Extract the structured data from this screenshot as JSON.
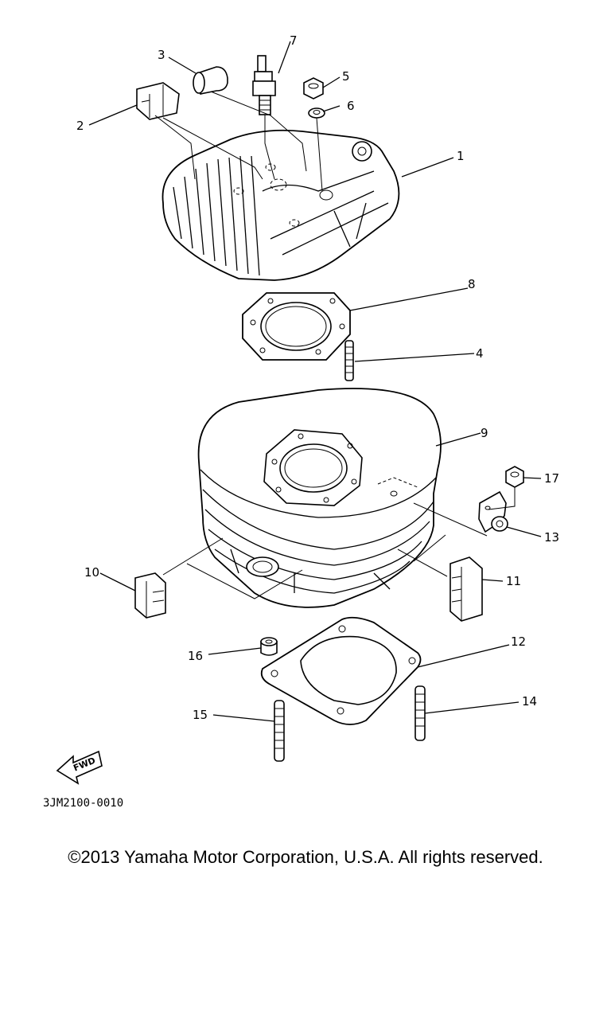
{
  "callouts": {
    "c1": "1",
    "c2": "2",
    "c3": "3",
    "c4": "4",
    "c5": "5",
    "c6": "6",
    "c7": "7",
    "c8": "8",
    "c9": "9",
    "c10": "10",
    "c11": "11",
    "c12": "12",
    "c13": "13",
    "c14": "14",
    "c15": "15",
    "c16": "16",
    "c17": "17"
  },
  "fwd_label": "FWD",
  "part_code": "3JM2100-0010",
  "copyright": "©2013 Yamaha Motor Corporation, U.S.A. All rights reserved."
}
